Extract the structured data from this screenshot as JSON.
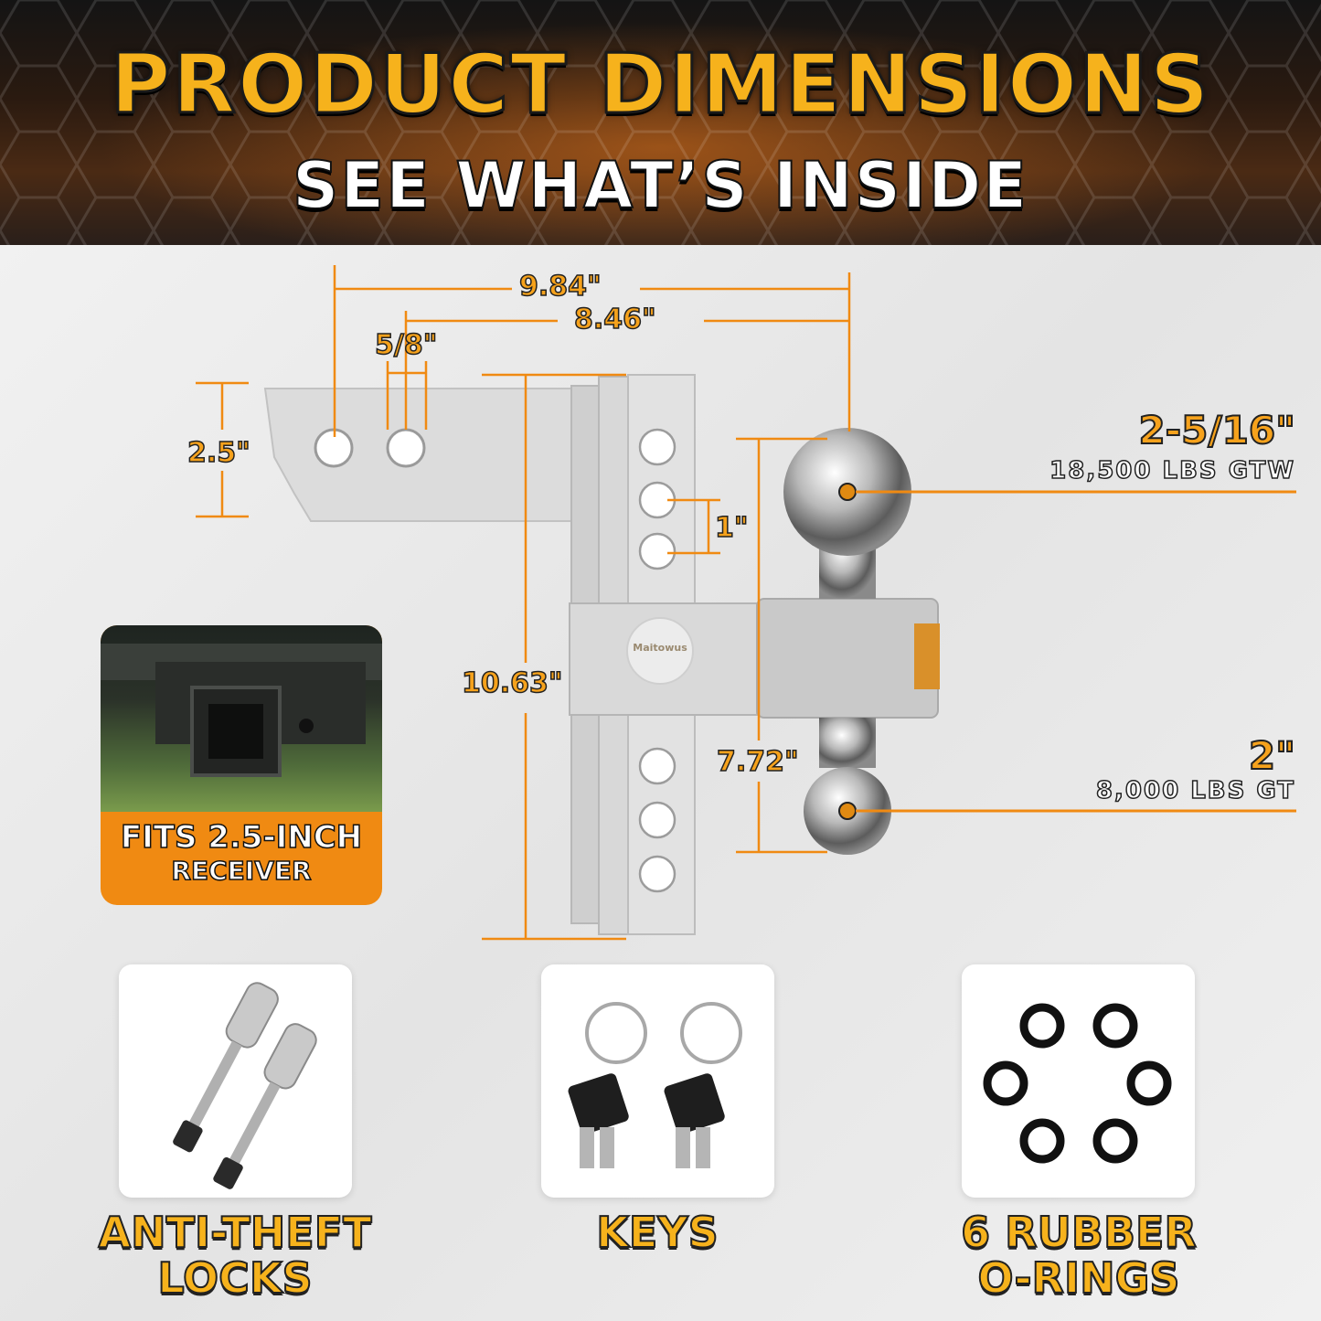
{
  "header": {
    "title": "PRODUCT DIMENSIONS",
    "subtitle": "SEE WHAT’S INSIDE"
  },
  "dimensions": {
    "overall_length": "9.84\"",
    "shank_length": "8.46\"",
    "hole_diameter": "5/8\"",
    "shank_height": "2.5\"",
    "hole_spacing": "1\"",
    "drop_height": "10.63\"",
    "ball_spacing": "7.72\""
  },
  "balls": [
    {
      "size": "2-5/16\"",
      "rating": "18,500 LBS GTW"
    },
    {
      "size": "2\"",
      "rating": "8,000 LBS GT"
    }
  ],
  "brand": {
    "logo_text": "Maitowus"
  },
  "receiver": {
    "caption_line1": "FITS 2.5-INCH",
    "caption_line2": "RECEIVER"
  },
  "accessories": [
    {
      "line1": "ANTI-THEFT",
      "line2": "LOCKS",
      "icon": "lock-pins-icon"
    },
    {
      "line1": "KEYS",
      "line2": "",
      "icon": "keys-icon"
    },
    {
      "line1": "6 RUBBER",
      "line2": "O-RINGS",
      "icon": "o-rings-icon"
    }
  ],
  "colors": {
    "accent": "#f6a21c",
    "header_dark": "#1a1a1a"
  }
}
